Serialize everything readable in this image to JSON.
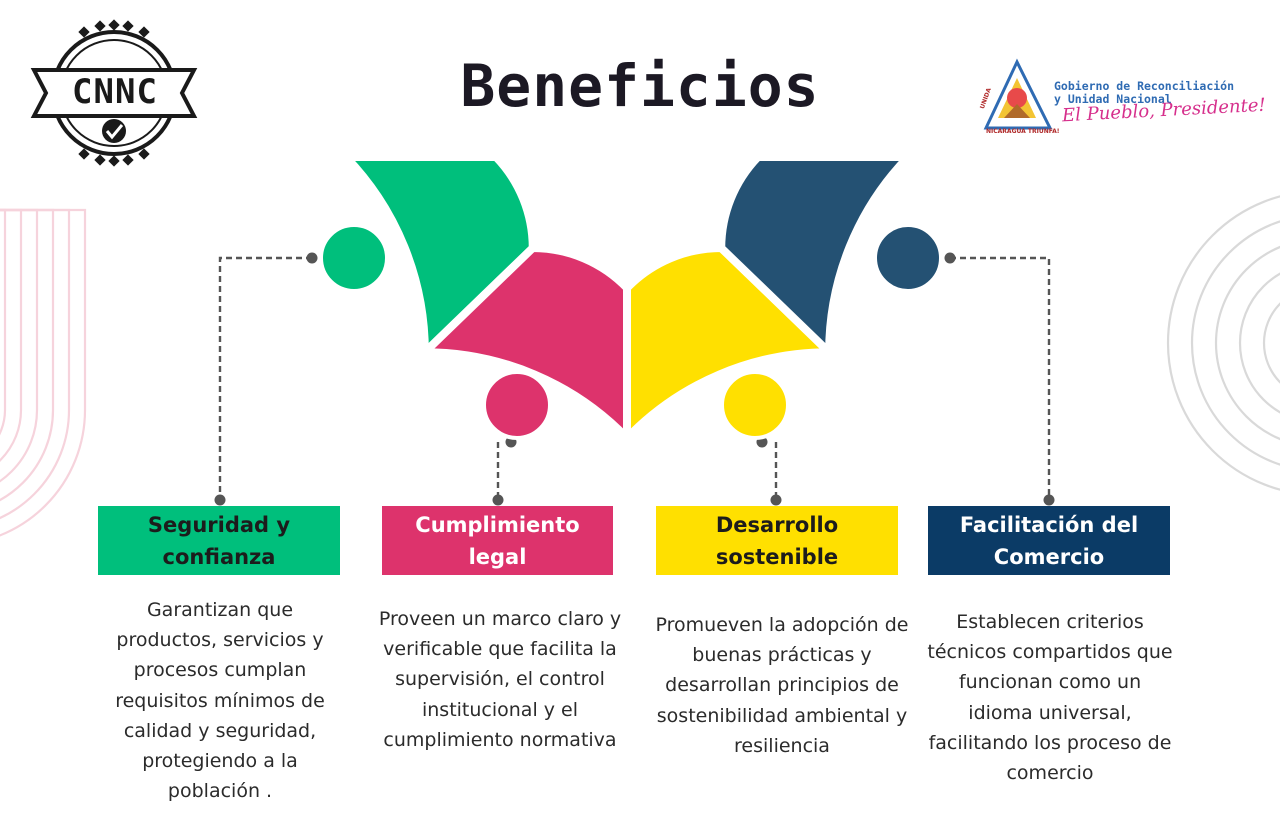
{
  "title": "Beneficios",
  "logos": {
    "left_word": "CNNC",
    "gov_line1": "Gobierno de Reconciliación",
    "gov_line2": "y Unidad Nacional",
    "slogan": "El Pueblo, Presidente!",
    "seal_left": "UNIDA",
    "seal_bottom": "NICARAGUA TRIUNFA!"
  },
  "colors": {
    "green": "#00bf7c",
    "pink": "#dd336c",
    "yellow": "#ffe000",
    "navy": "#245173",
    "navy_box": "#0b3b66",
    "title": "#1c1924"
  },
  "benefits": [
    {
      "heading": "Seguridad y confianza",
      "description": "Garantizan que productos, servicios y procesos cumplan requisitos mínimos de calidad y seguridad, protegiendo a la población ."
    },
    {
      "heading": "Cumplimiento legal",
      "description": "Proveen un marco claro y verificable que facilita la supervisión, el control institucional y el cumplimiento normativa"
    },
    {
      "heading": "Desarrollo sostenible",
      "description": "Promueven la adopción de buenas prácticas y desarrollan principios de sostenibilidad ambiental y resiliencia"
    },
    {
      "heading": "Facilitación del Comercio",
      "description": "Establecen criterios técnicos compartidos que funcionan como un idioma universal, facilitando los proceso de comercio"
    }
  ]
}
